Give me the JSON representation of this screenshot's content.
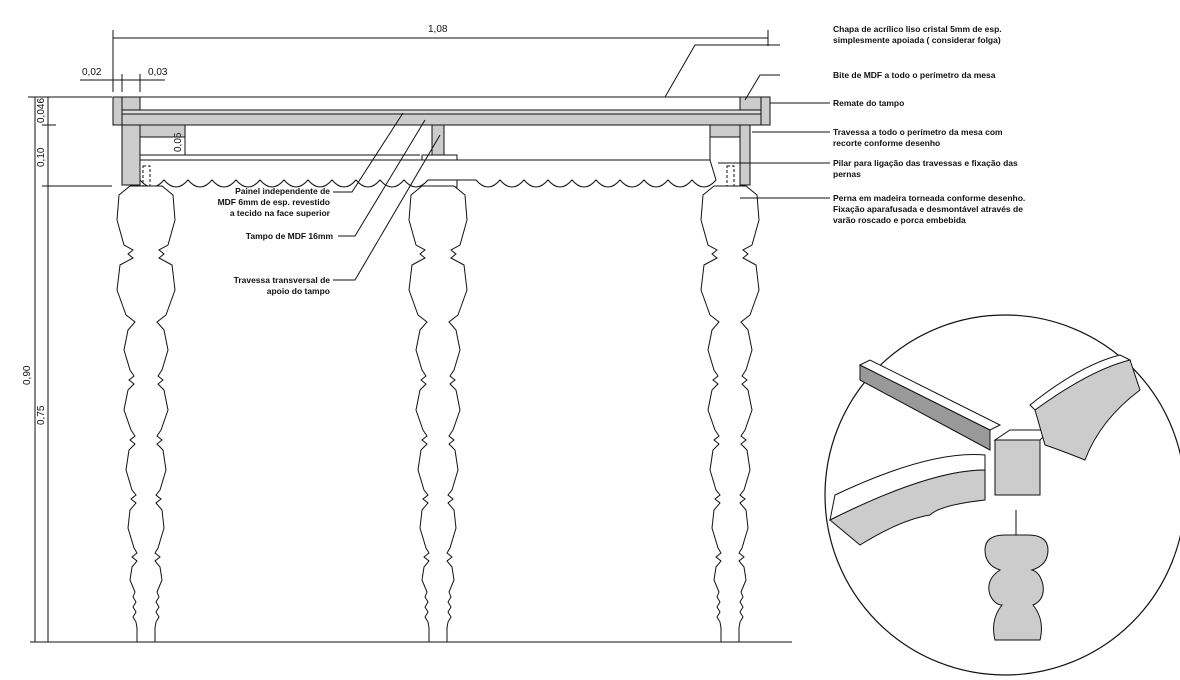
{
  "dimensions": {
    "overall_width": "1,08",
    "edge_left": "0,02",
    "edge_right": "0,03",
    "top_thickness": "0,046",
    "apron_height": "0,10",
    "total_height": "0,90",
    "leg_height": "0,75",
    "cross_rail_height": "0,05"
  },
  "annotations": {
    "acrylic": "Chapa de acrílico liso cristal 5mm de esp.\nsimplesmente apoiada ( considerar folga)",
    "bite": "Bite de MDF a todo o perímetro da mesa",
    "remate": "Remate do tampo",
    "travessa_perimetro": "Travessa a todo o perímetro da mesa com\nrecorte conforme desenho",
    "pilar": "Pilar para ligação das travessas e fixação das\npernas",
    "perna": "Perna em madeira torneada conforme desenho.\nFixação aparafusada e desmontável através de\nvarão roscado e porca embebida",
    "painel": "Painel independente de\nMDF 6mm de esp. revestido\na tecido na face superior",
    "tampo": "Tampo de MDF 16mm",
    "travessa_transversal": "Travessa transversal de\napoio do tampo"
  }
}
